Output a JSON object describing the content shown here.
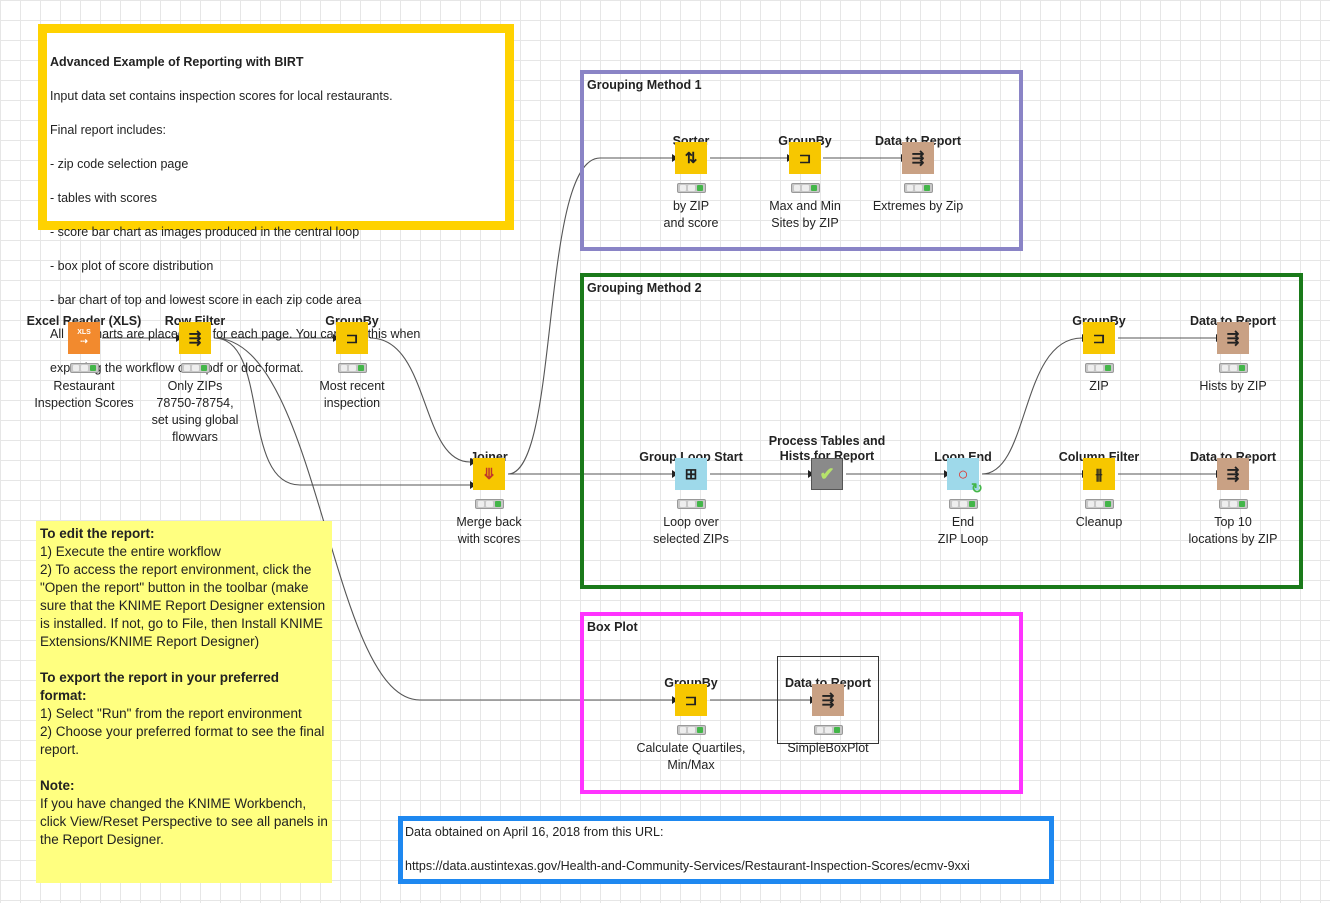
{
  "description_note": {
    "title": "Advanced Example of Reporting with BIRT",
    "lines": [
      "Input data set contains inspection scores for local restaurants.",
      "Final report includes:",
      "- zip code selection page",
      "- tables with scores",
      "- score bar chart as images produced in the central loop",
      "- box plot of score distribution",
      "- bar chart of top and lowest score in each zip code area",
      "All bar charts are placed one for each page. You can see this when",
      "exporting the workflow onto pdf or doc format."
    ]
  },
  "edit_note": {
    "h1": "To edit the report:",
    "p1": "1) Execute the entire workflow\n2) To access the report environment, click the \"Open the report\" button in the toolbar (make sure that the KNIME Report Designer extension is installed. If not, go to File, then Install KNIME Extensions/KNIME Report Designer)",
    "h2": "To export the report in your preferred format:",
    "p2": "1) Select \"Run\" from the report environment\n2) Choose your preferred format to see the final report.",
    "h3": "Note:",
    "p3": "If you have changed the KNIME Workbench, click View/Reset Perspective to see all panels in the Report Designer."
  },
  "source_note": {
    "line1": "Data obtained on April 16, 2018 from this URL:",
    "line2": "https://data.austintexas.gov/Health-and-Community-Services/Restaurant-Inspection-Scores/ecmv-9xxi"
  },
  "groups": {
    "method1": "Grouping Method 1",
    "method2": "Grouping Method 2",
    "boxplot": "Box Plot"
  },
  "nodes": {
    "excel_reader": {
      "title": "Excel Reader (XLS)",
      "label": "Restaurant\nInspection Scores",
      "icon": "XLS"
    },
    "row_filter": {
      "title": "Row Filter",
      "label": "Only ZIPs\n78750-78754,\nset using global\nflowvars"
    },
    "groupby_main": {
      "title": "GroupBy",
      "label": "Most recent\ninspection"
    },
    "joiner": {
      "title": "Joiner",
      "label": "Merge back\nwith scores"
    },
    "sorter": {
      "title": "Sorter",
      "label": "by ZIP\nand score"
    },
    "groupby_m1": {
      "title": "GroupBy",
      "label": "Max and Min\nSites by ZIP"
    },
    "report_m1": {
      "title": "Data to Report",
      "label": "Extremes by Zip"
    },
    "group_loop_start": {
      "title": "Group Loop Start",
      "label": "Loop over\nselected ZIPs"
    },
    "process_tables": {
      "title": "Process Tables and Hists for Report",
      "label": ""
    },
    "loop_end": {
      "title": "Loop End",
      "label": "End\nZIP Loop"
    },
    "groupby_zip": {
      "title": "GroupBy",
      "label": "ZIP"
    },
    "report_hists": {
      "title": "Data to Report",
      "label": "Hists by ZIP"
    },
    "column_filter": {
      "title": "Column Filter",
      "label": "Cleanup"
    },
    "report_top10": {
      "title": "Data to Report",
      "label": "Top 10\nlocations by ZIP"
    },
    "groupby_box": {
      "title": "GroupBy",
      "label": "Calculate Quartiles,\nMin/Max"
    },
    "report_box": {
      "title": "Data to Report",
      "label": "SimpleBoxPlot"
    }
  },
  "colors": {
    "description_border": "#ffd200",
    "edit_note_bg": "#ffff80",
    "method1_border": "#8a84c6",
    "method2_border": "#1a7a1a",
    "boxplot_border": "#ff33ff",
    "source_border": "#1e88f0",
    "manipulator": "#f7c700",
    "report_node": "#c9a184",
    "reader_node": "#f28a2e",
    "loop_node": "#9ed9ea"
  }
}
